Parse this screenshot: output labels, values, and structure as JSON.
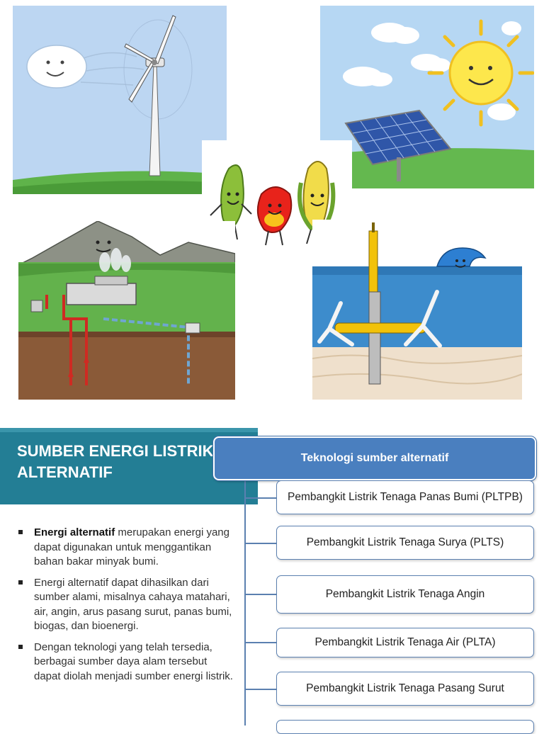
{
  "slide": {
    "title": "SUMBER ENERGI LISTRIK\nALTERNATIF",
    "bullets": [
      {
        "bold": "Energi alternatif",
        "text": " merupakan energi yang dapat digunakan untuk menggantikan bahan bakar minyak bumi."
      },
      {
        "bold": "",
        "text": "Energi alternatif dapat dihasilkan dari sumber alami, misalnya cahaya matahari, air, angin, arus pasang surut, panas bumi, biogas, dan bioenergi."
      },
      {
        "bold": "",
        "text": "Dengan teknologi yang telah tersedia, berbagai sumber daya alam tersebut dapat diolah menjadi sumber energi listrik."
      }
    ]
  },
  "diagram": {
    "header": "Teknologi sumber alternatif",
    "items": [
      "Pembangkit Listrik Tenaga Panas Bumi (PLTPB)",
      "Pembangkit Listrik Tenaga Surya (PLTS)",
      "Pembangkit Listrik Tenaga Angin",
      "Pembangkit Listrik Tenaga Air (PLTA)",
      "Pembangkit Listrik Tenaga Pasang Surut"
    ]
  },
  "illustrations": {
    "wind": "wind-turbine-illustration",
    "solar": "solar-panel-illustration",
    "bio": "bioenergy-crops-illustration",
    "geothermal": "geothermal-illustration",
    "tidal": "tidal-turbine-illustration"
  },
  "colors": {
    "title_band": "#237e95",
    "diagram_header": "#4a7fbf",
    "diagram_border": "#5b80b0"
  }
}
